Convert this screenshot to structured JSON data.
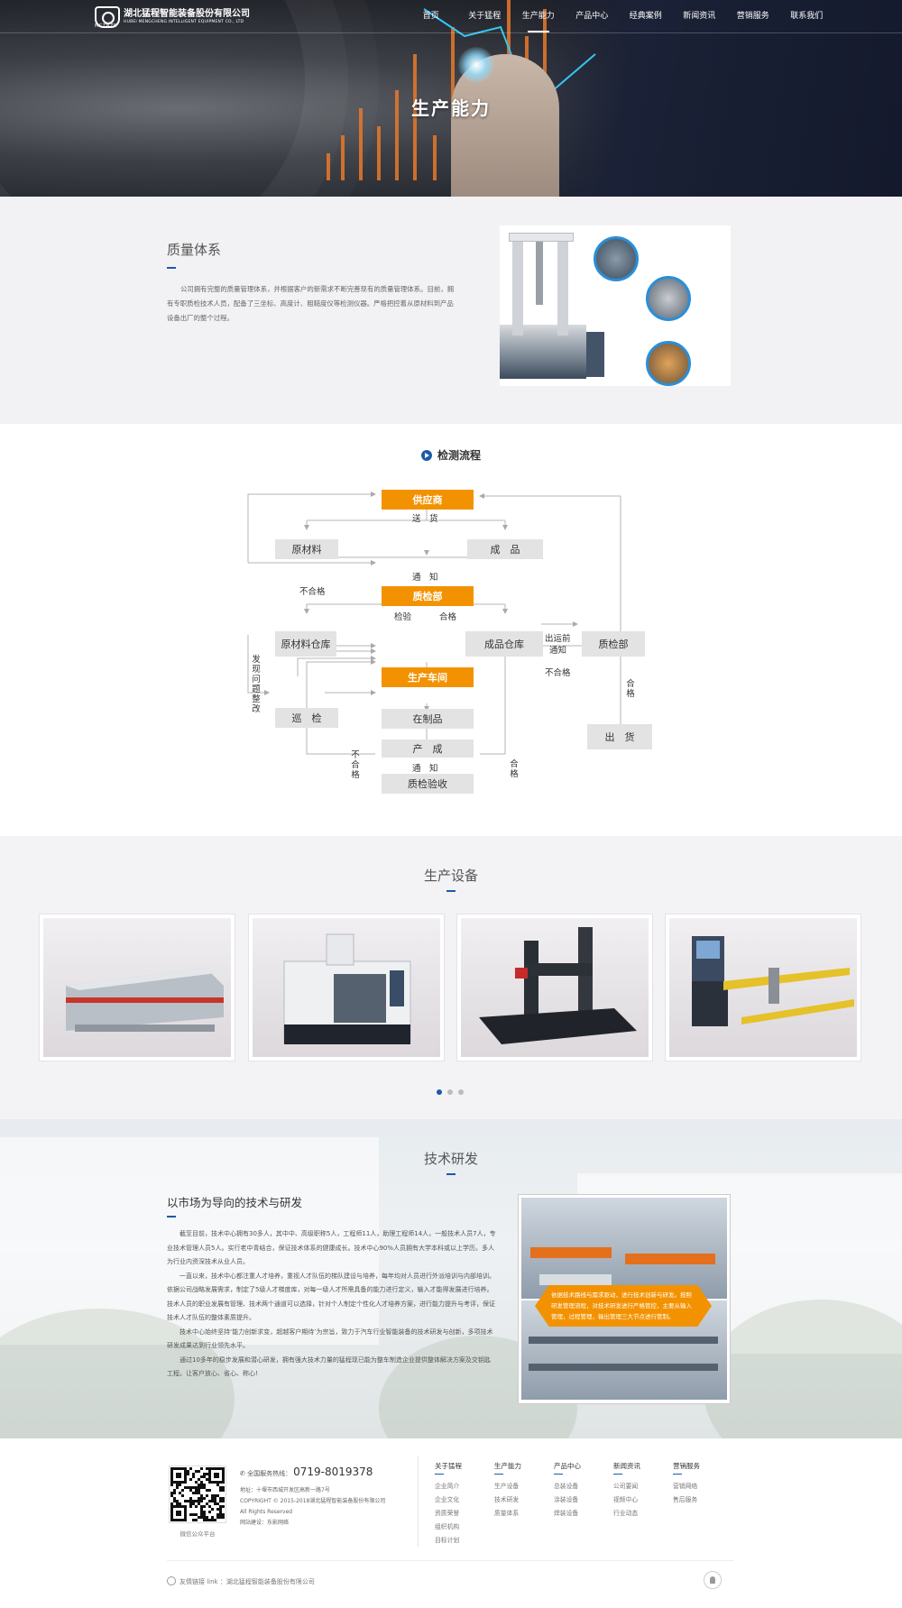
{
  "header": {
    "logo_cn": "湖北猛程智能装备股份有限公司",
    "logo_en": "HUBEI MENGCHENG INTELLIGENT EQUIPMENT CO., LTD",
    "logo_sub": "MCZNZB",
    "nav": [
      {
        "label": "首页"
      },
      {
        "label": "关于猛程"
      },
      {
        "label": "生产能力",
        "active": true
      },
      {
        "label": "产品中心"
      },
      {
        "label": "经典案例"
      },
      {
        "label": "新闻资讯"
      },
      {
        "label": "营销服务"
      },
      {
        "label": "联系我们"
      }
    ],
    "banner_title": "生产能力"
  },
  "quality": {
    "title": "质量体系",
    "text": "公司拥有完整的质量管理体系，并根据客户的新需求不断完善现有的质量管理体系。目前，拥有专职质检技术人员，配备了三坐标、高度计、粗糙度仪等检测仪器。严格把控着从原材料到产品设备出厂的整个过程。"
  },
  "flow": {
    "title": "检测流程",
    "boxes": {
      "supplier": "供应商",
      "raw": "原材料",
      "product": "成　品",
      "qc1": "质检部",
      "raw_store": "原材料仓库",
      "prod_store": "成品仓库",
      "qc2": "质检部",
      "workshop": "生产车间",
      "patrol": "巡　检",
      "wip": "在制品",
      "output": "产　成",
      "accept": "质检验收",
      "ship": "出　货"
    },
    "labels": {
      "deliver": "送　货",
      "notify1": "通　知",
      "unqualified1": "不合格",
      "inspect": "检验",
      "qualified1": "合格",
      "before_ship": "出运前",
      "notify2": "通知",
      "unqualified2": "不合格",
      "found_fix": "发现问题整改",
      "qualified2": "合格",
      "unqualified3": "不合格",
      "notify3": "通　知",
      "qualified3": "合格"
    }
  },
  "equipment": {
    "title": "生产设备",
    "items": [
      {
        "name": "shearing-machine-photo"
      },
      {
        "name": "machining-center-photo"
      },
      {
        "name": "gantry-machine-photo"
      },
      {
        "name": "cutting-machine-photo"
      }
    ],
    "pager": [
      true,
      false,
      false
    ]
  },
  "tech": {
    "title": "技术研发",
    "subtitle": "以市场为导向的技术与研发",
    "paragraphs": [
      "截至目前，技术中心拥有30多人，其中中、高级职称5人，工程师11人，助理工程师14人，一般技术人员7人，专业技术管理人员5人。实行老中青结合，保证技术体系的健康成长。技术中心90%人员拥有大学本科或以上学历。多人为行业内资深技术从业人员。",
      "一直以来，技术中心都注重人才培养，重视人才队伍的梯队建设与培养，每年均对人员进行外派培训与内部培训。依据公司战略发展需求，制定了5级人才梯度库，对每一级人才所需具备的能力进行定义，输入才能得发展进行培养。技术人员的职业发展有管理、技术两个通道可以选择，针对个人制定个性化人才培养方案，进行能力提升与考评，保证技术人才队伍的整体素质提升。",
      "技术中心始终坚持‘能力创新求变，超越客户期待’为宗旨，致力于汽车行业智能装备的技术研发与创新，多项技术研发成果达到行业领先水平。",
      "通过10多年的稳步发展和潜心研发，拥有强大技术力量的猛程现已能为整车制造企业提供整体解决方案及交钥匙工程。让客户放心、省心、称心!"
    ],
    "photo_caption": "依据技术路线与需求驱动，进行技术创新与研发。按照研发管理流程，对技术研发进行严格管控，主要从输入管理，过程管理，输出管理三大节点进行管制。"
  },
  "footer": {
    "qr_caption": "微信公众平台",
    "hotline_label": "全国服务热线：",
    "hotline": "0719-8019378",
    "address": "地址：十堰市西城开发区高新一路7号",
    "copyright": "COPYRIGHT © 2015-2018湖北猛程智能装备股份有限公司",
    "rights": "All Rights Reserved",
    "builder": "网站建设：东影网络",
    "columns": [
      {
        "title": "关于猛程",
        "items": [
          "企业简介",
          "企业文化",
          "资质荣誉",
          "组织机构",
          "目标计划"
        ]
      },
      {
        "title": "生产能力",
        "items": [
          "生产设备",
          "技术研发",
          "质量体系"
        ]
      },
      {
        "title": "产品中心",
        "items": [
          "总装设备",
          "涂装设备",
          "焊装设备"
        ]
      },
      {
        "title": "新闻资讯",
        "items": [
          "公司要闻",
          "视频中心",
          "行业动态"
        ]
      },
      {
        "title": "营销服务",
        "items": [
          "营销网络",
          "售后服务"
        ]
      }
    ],
    "friend_links": "友情链接 link ：湖北猛程智能装备股份有限公司"
  }
}
